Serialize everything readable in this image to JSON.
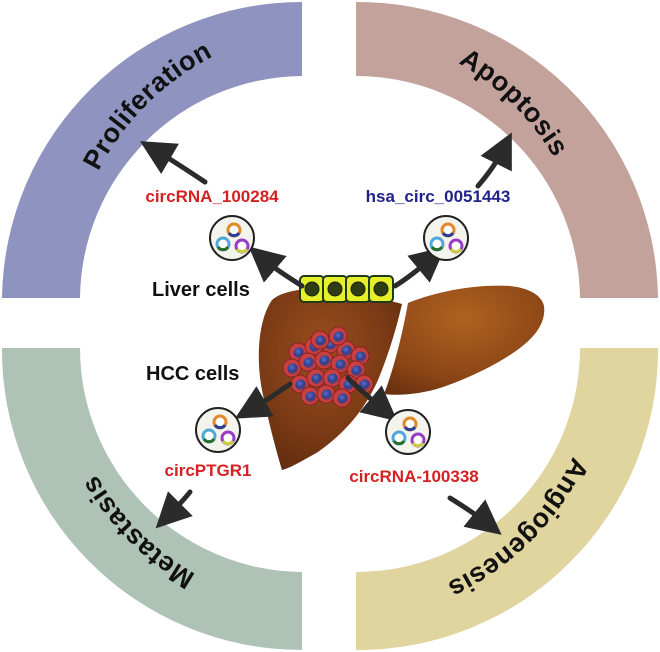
{
  "quadrants": {
    "top_left": {
      "label": "Proliferation",
      "color": "#8F93BF"
    },
    "top_right": {
      "label": "Apoptosis",
      "color": "#C4A29C"
    },
    "bottom_left": {
      "label": "Metastasis",
      "color": "#AEC2B5"
    },
    "bottom_right": {
      "label": "Angiogenesis",
      "color": "#E0D49F"
    }
  },
  "cells": {
    "liver_label": "Liver cells",
    "hcc_label": "HCC cells"
  },
  "molecules": {
    "top_left": {
      "label": "circRNA_100284",
      "color": "#D42222"
    },
    "top_right": {
      "label": "hsa_circ_0051443",
      "color": "#22238A"
    },
    "bottom_left": {
      "label": "circPTGR1",
      "color": "#D42222"
    },
    "bottom_right": {
      "label": "circRNA-100338",
      "color": "#D42222"
    }
  },
  "colors": {
    "liver": "#7A3A15",
    "liver_cell_fill": "#E6F02A",
    "arrow": "#2B2B2B"
  }
}
